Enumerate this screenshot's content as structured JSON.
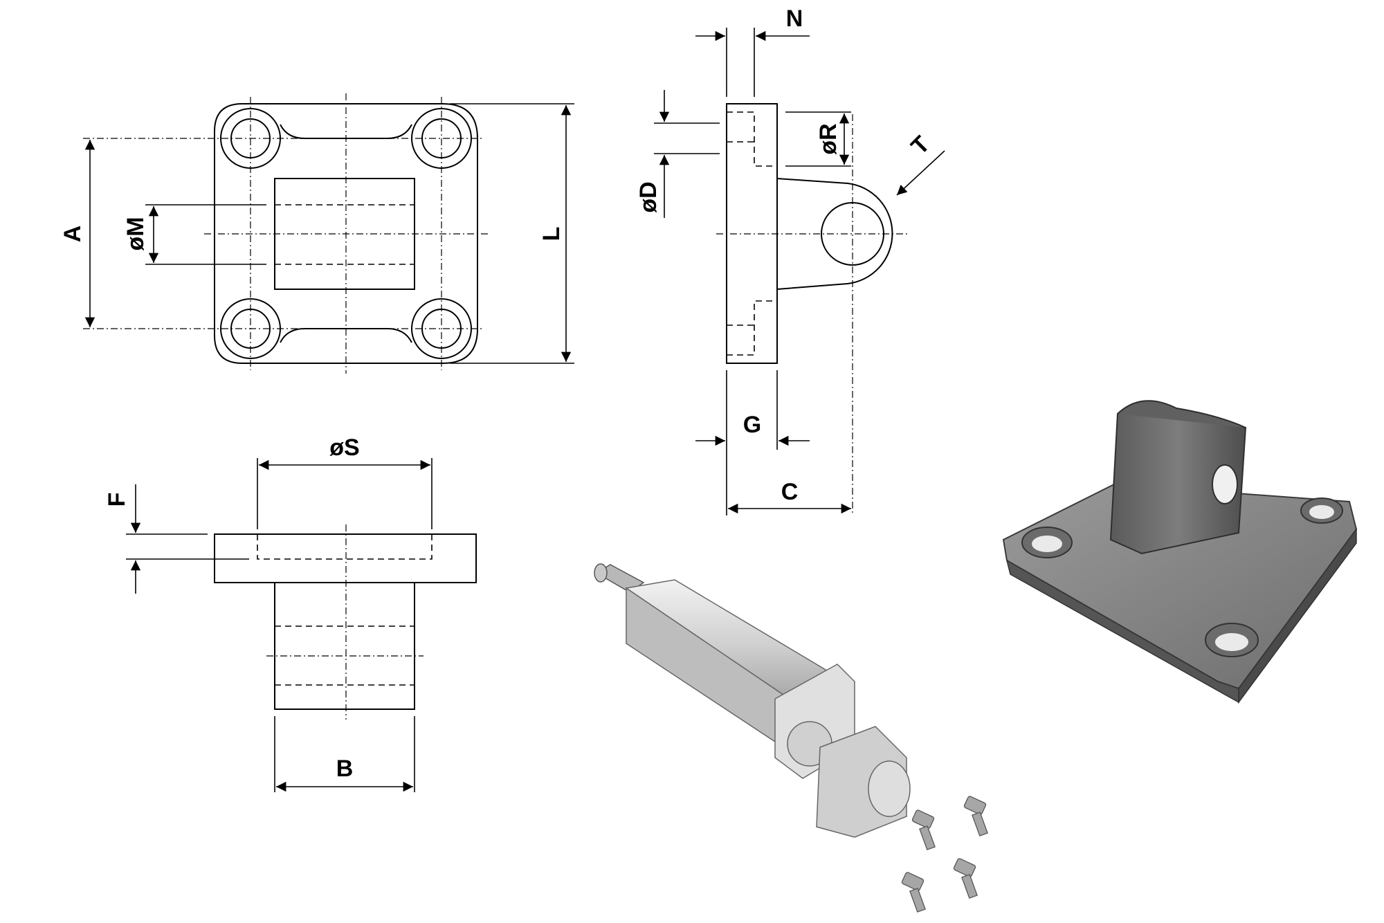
{
  "labels": {
    "A": "A",
    "M": "øM",
    "L": "L",
    "N": "N",
    "R": "øR",
    "D": "øD",
    "T": "T",
    "G": "G",
    "C": "C",
    "S": "øS",
    "F": "F",
    "B": "B"
  },
  "colors": {
    "line": "#000000",
    "background": "#ffffff",
    "cylinder_body": "#d9d9d9",
    "casting": "#8c8c8c"
  }
}
